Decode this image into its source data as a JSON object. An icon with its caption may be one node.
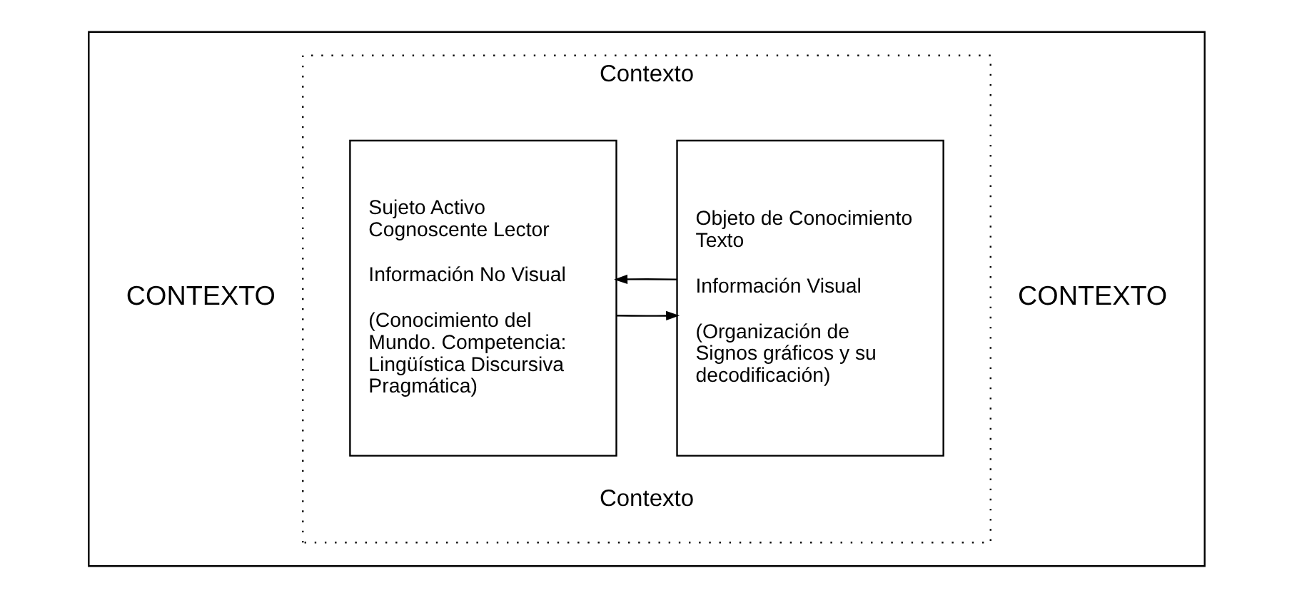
{
  "diagram": {
    "nodes": [
      {
        "text": [
          "CONTEXTO",
          "CONTEXTO"
        ]
      },
      {
        "text": [
          "Contexto",
          "Contexto"
        ],
        "in": 0
      },
      {
        "text": [
          "Sujeto Activo Cognoscente Lector",
          "Información No Visual",
          "(Conocimiento del Mundo. Competencia: Lingüística Discursiva Pragmática)"
        ],
        "in": 1
      },
      {
        "text": [
          "Objeto de Conocimiento Texto",
          "Información Visual",
          "(Organización de Signos gráficos y su decodificación)"
        ],
        "in": 1
      }
    ],
    "edges": [
      {
        "from": 2,
        "to": 3,
        "arrow": "to"
      },
      {
        "from": 3,
        "to": 2,
        "arrow": "to"
      }
    ]
  }
}
